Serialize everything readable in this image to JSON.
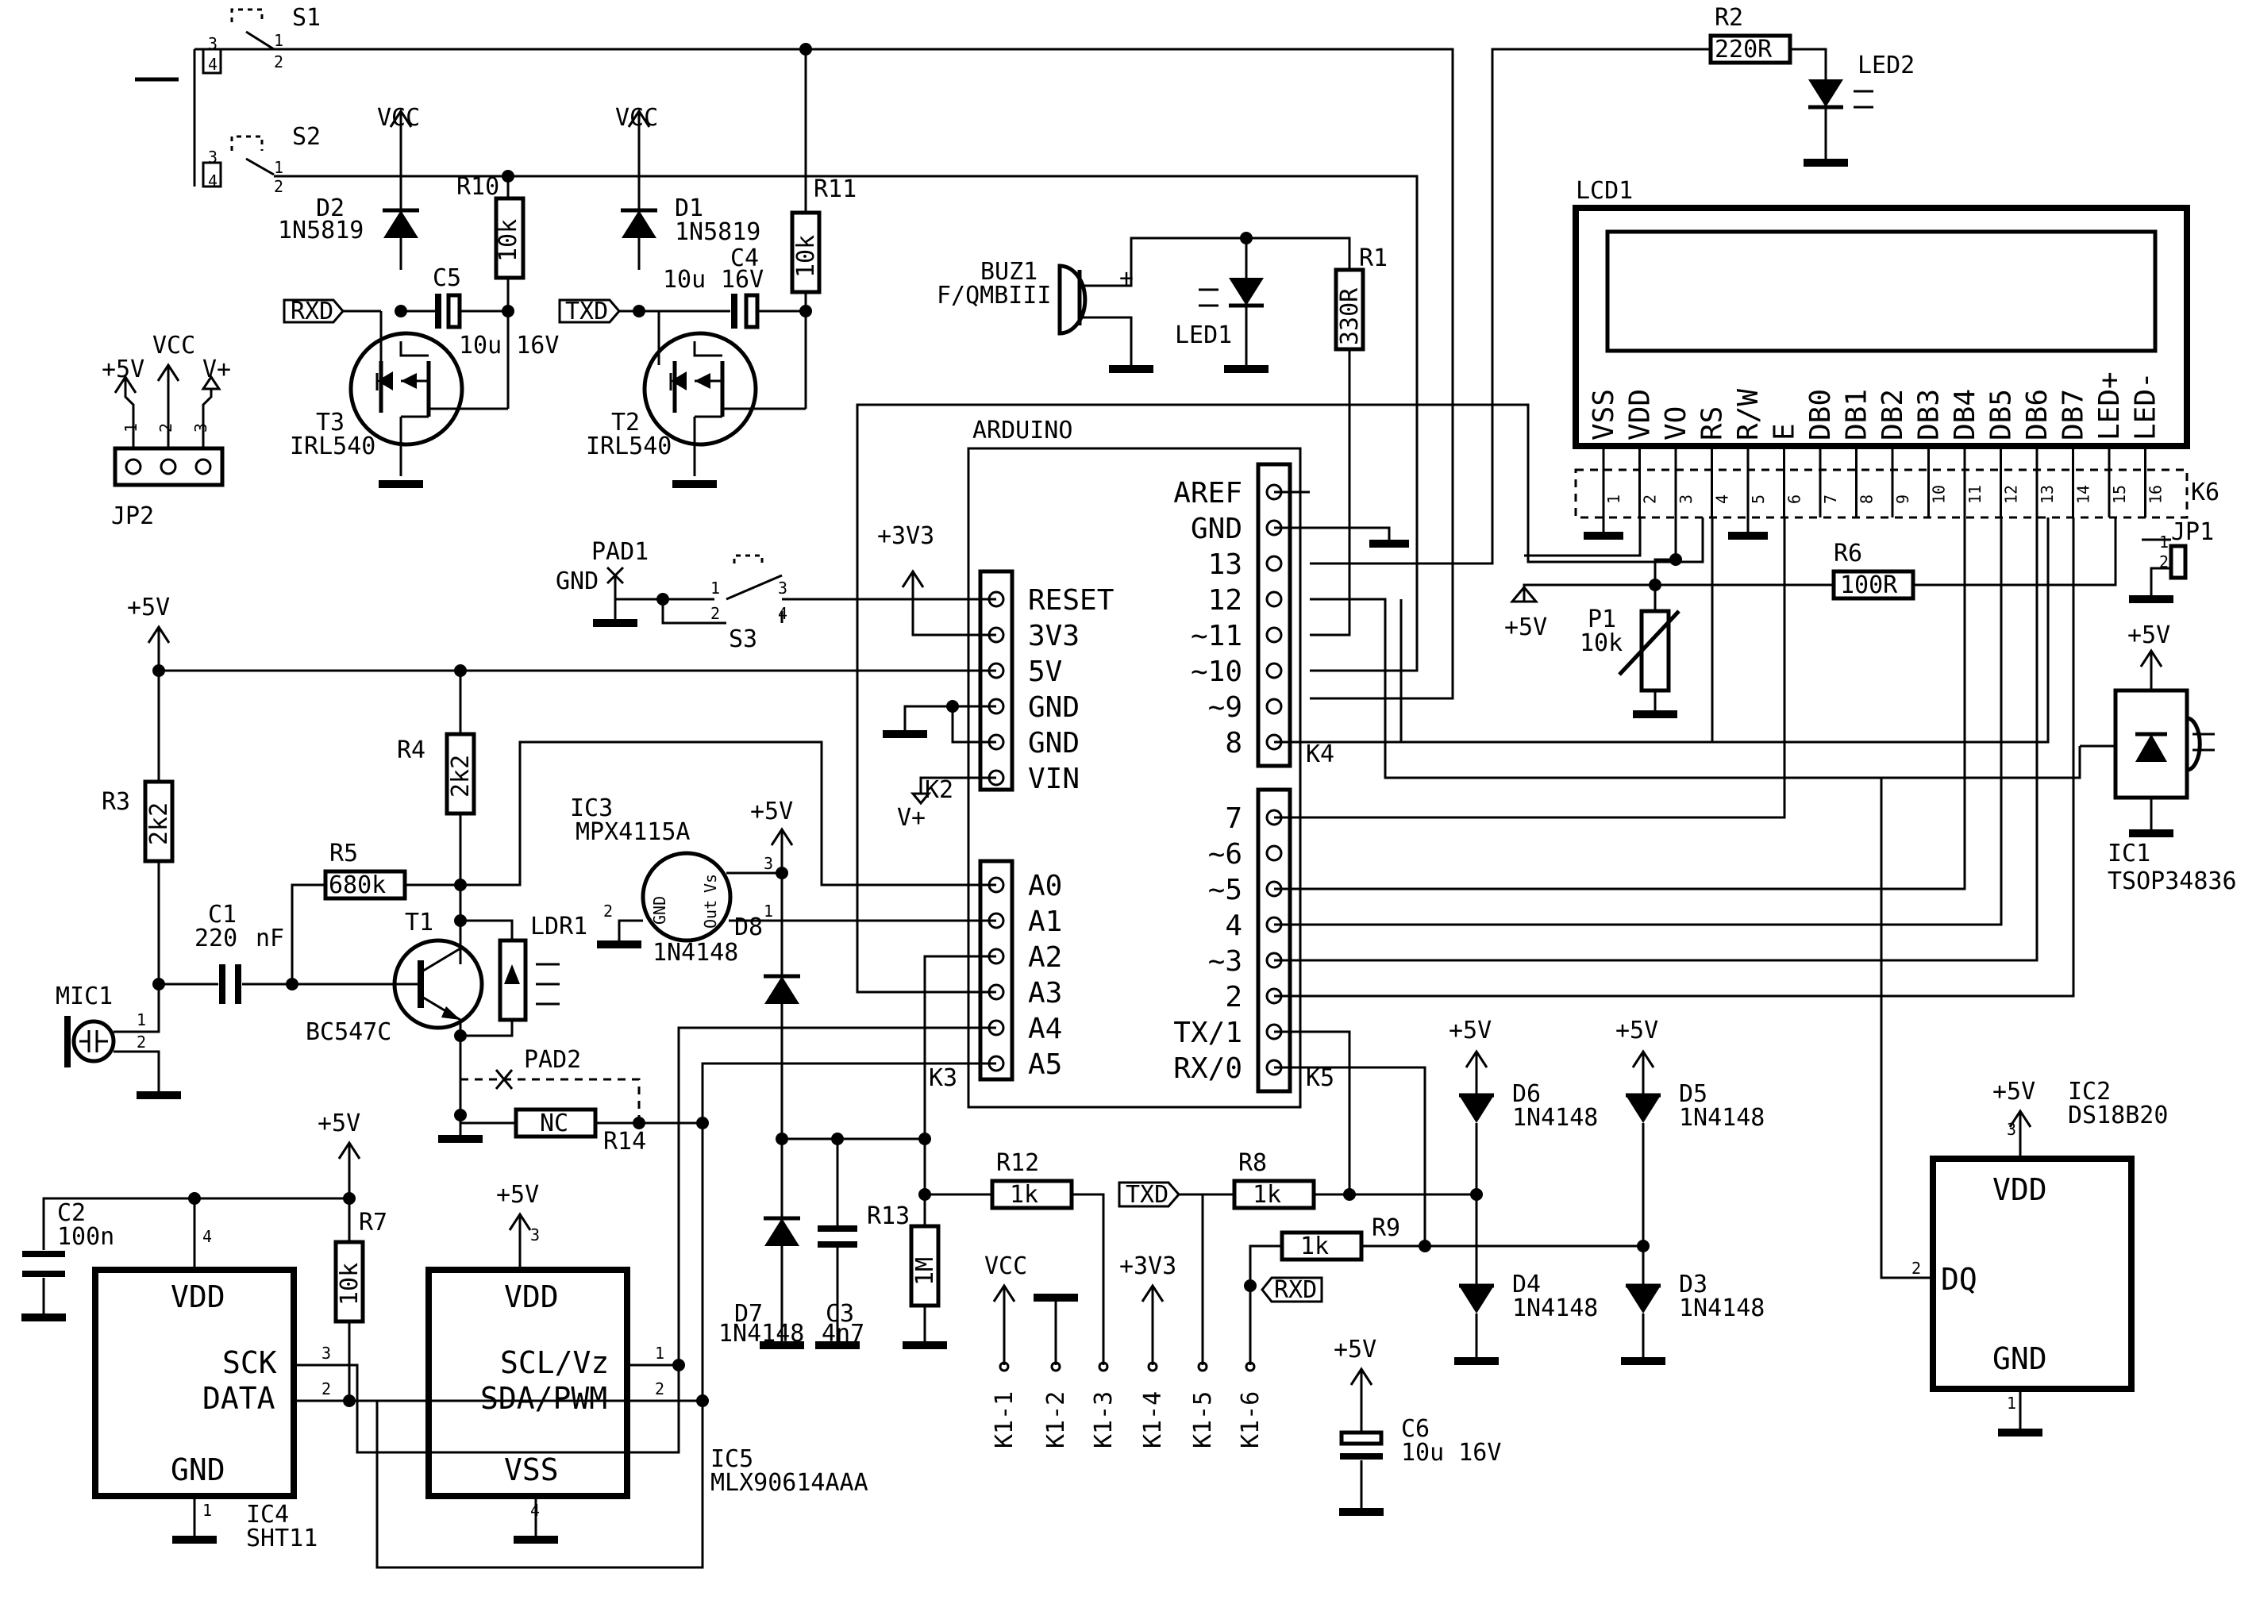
{
  "schematic": {
    "s1": {
      "ref": "S1",
      "p1": "1",
      "p2": "2",
      "p3": "3",
      "p4": "4"
    },
    "s2": {
      "ref": "S2",
      "p1": "1",
      "p2": "2",
      "p3": "3",
      "p4": "4"
    },
    "s3": {
      "ref": "S3",
      "p1": "1",
      "p2": "2",
      "p3": "3",
      "p4": "4"
    },
    "vcc": "VCC",
    "p5v": "+5V",
    "v_plus": "V+",
    "p3v3": "+3V3",
    "gnd": "GND",
    "r10": {
      "ref": "R10",
      "val": "10k"
    },
    "r11": {
      "ref": "R11",
      "val": "10k"
    },
    "d2": {
      "ref": "D2",
      "val": "1N5819"
    },
    "d1": {
      "ref": "D1",
      "val": "1N5819"
    },
    "c5": {
      "ref": "C5",
      "val": "10u 16V"
    },
    "c4": {
      "ref": "C4",
      "val1": "10u",
      "val2": "16V"
    },
    "t3": {
      "ref": "T3",
      "val": "IRL540"
    },
    "t2": {
      "ref": "T2",
      "val": "IRL540"
    },
    "rxd": "RXD",
    "txd": "TXD",
    "jp2": {
      "ref": "JP2",
      "p1": "1",
      "p2": "2",
      "p3": "3"
    },
    "r2": {
      "ref": "R2",
      "val": "220R"
    },
    "led2": "LED2",
    "buz1": {
      "ref": "BUZ1",
      "val": "F/QMBIII",
      "plus": "+"
    },
    "led1": "LED1",
    "r1": {
      "ref": "R1",
      "val": "330R"
    },
    "lcd": {
      "ref": "LCD1",
      "pins": [
        "VSS",
        "VDD",
        "VO",
        "RS",
        "R/W",
        "E",
        "DB0",
        "DB1",
        "DB2",
        "DB3",
        "DB4",
        "DB5",
        "DB6",
        "DB7",
        "LED+",
        "LED-"
      ],
      "nums": [
        "1",
        "2",
        "3",
        "4",
        "5",
        "6",
        "7",
        "8",
        "9",
        "10",
        "11",
        "12",
        "13",
        "14",
        "15",
        "16"
      ],
      "k6": "K6"
    },
    "jp1": {
      "ref": "JP1",
      "p1": "1",
      "p2": "2"
    },
    "r6": {
      "ref": "R6",
      "val": "100R"
    },
    "p1": {
      "ref": "P1",
      "val": "10k"
    },
    "pad1": "PAD1",
    "pad2": "PAD2",
    "arduino": {
      "title": "ARDUINO",
      "power": [
        "RESET",
        "3V3",
        "5V",
        "GND",
        "GND",
        "VIN"
      ],
      "analog": [
        "A0",
        "A1",
        "A2",
        "A3",
        "A4",
        "A5"
      ],
      "digitalH": [
        "AREF",
        "GND",
        "13",
        "12",
        "~11",
        "~10",
        "~9",
        "8"
      ],
      "digitalL": [
        "7",
        "~6",
        "~5",
        "4",
        "~3",
        "2",
        "TX/1",
        "RX/0"
      ],
      "k2": "K2",
      "k3": "K3",
      "k4": "K4",
      "k5": "K5"
    },
    "r4": {
      "ref": "R4",
      "val": "2k2"
    },
    "r3": {
      "ref": "R3",
      "val": "2k2"
    },
    "r5": {
      "ref": "R5",
      "val": "680k"
    },
    "c1": {
      "ref": "C1",
      "val1": "220",
      "val2": "nF"
    },
    "t1": {
      "ref": "T1",
      "val": "BC547C"
    },
    "ldr1": "LDR1",
    "mic1": {
      "ref": "MIC1",
      "p1": "1",
      "p2": "2"
    },
    "ic3": {
      "ref": "IC3",
      "val": "MPX4115A",
      "gnd": "GND",
      "out": "Out",
      "vs": "Vs",
      "p1": "1",
      "p2": "2",
      "p3": "3"
    },
    "d8": {
      "ref": "D8",
      "val": "1N4148"
    },
    "r14": {
      "ref": "R14",
      "val": "NC"
    },
    "ic1": {
      "ref": "IC1",
      "val": "TSOP34836"
    },
    "c2": {
      "ref": "C2",
      "val": "100n"
    },
    "r7": {
      "ref": "R7",
      "val": "10k"
    },
    "ic4": {
      "ref": "IC4",
      "val": "SHT11",
      "vdd": "VDD",
      "sck": "SCK",
      "data": "DATA",
      "gnd": "GND",
      "p1": "1",
      "p2": "2",
      "p3": "3",
      "p4": "4"
    },
    "ic5": {
      "ref": "IC5",
      "val": "MLX90614AAA",
      "vdd": "VDD",
      "scl": "SCL/Vz",
      "sda": "SDA/PWM",
      "vss": "VSS",
      "p1": "1",
      "p2": "2",
      "p3": "3",
      "p4": "4"
    },
    "d7": {
      "ref": "D7",
      "val": "1N4148"
    },
    "c3": {
      "ref": "C3",
      "val": "4n7"
    },
    "r13": {
      "ref": "R13",
      "val": "1M"
    },
    "r12": {
      "ref": "R12",
      "val": "1k"
    },
    "r8": {
      "ref": "R8",
      "val": "1k"
    },
    "r9": {
      "ref": "R9",
      "val": "1k"
    },
    "k1": [
      "K1-1",
      "K1-2",
      "K1-3",
      "K1-4",
      "K1-5",
      "K1-6"
    ],
    "d6": {
      "ref": "D6",
      "val": "1N4148"
    },
    "d5": {
      "ref": "D5",
      "val": "1N4148"
    },
    "d4": {
      "ref": "D4",
      "val": "1N4148"
    },
    "d3": {
      "ref": "D3",
      "val": "1N4148"
    },
    "c6": {
      "ref": "C6",
      "val": "10u 16V"
    },
    "ic2": {
      "ref": "IC2",
      "val": "DS18B20",
      "vdd": "VDD",
      "dq": "DQ",
      "gnd": "GND",
      "p1": "1",
      "p2": "2",
      "p3": "3"
    }
  }
}
